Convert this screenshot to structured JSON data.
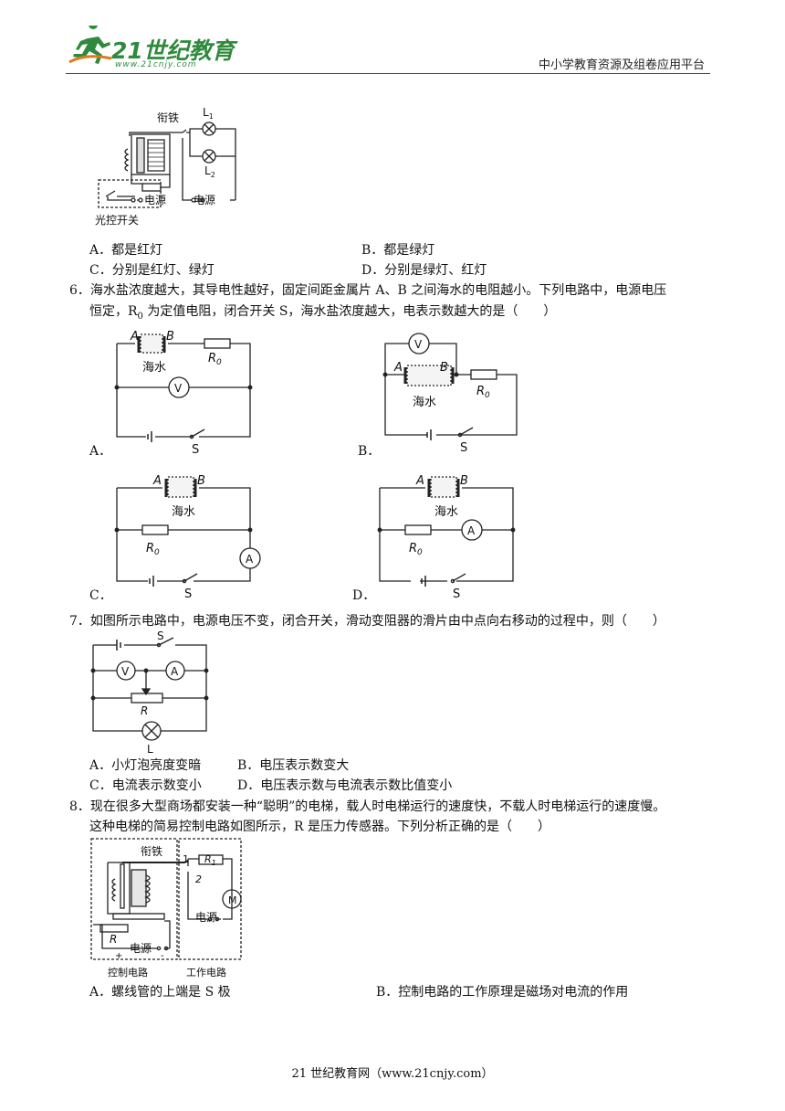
{
  "header": {
    "logo_main": "21世纪教育",
    "logo_sub": "www.21cnjy.com",
    "platform": "中小学教育资源及组卷应用平台"
  },
  "q5": {
    "fig_labels": {
      "armature": "衔铁",
      "l1": "L",
      "l1_sub": "1",
      "l2": "L",
      "l2_sub": "2",
      "power1": "电源",
      "power2": "电源",
      "switch": "光控开关"
    },
    "options": [
      {
        "letter": "A．",
        "text": "都是红灯"
      },
      {
        "letter": "B．",
        "text": "都是绿灯"
      },
      {
        "letter": "C．",
        "text": "分别是红灯、绿灯"
      },
      {
        "letter": "D．",
        "text": "分别是绿灯、红灯"
      }
    ]
  },
  "q6": {
    "number": "6．",
    "line1": "海水盐浓度越大，其导电性越好，固定间距金属片 A、B 之间海水的电阻越小。下列电路中，电源电压",
    "line2_pre": "恒定，R",
    "line2_sub": "0",
    "line2_post": " 为定值电阻，闭合开关 S，海水盐浓度越大，电表示数越大的是（　　）",
    "fig": {
      "a": "A",
      "b": "B",
      "water": "海水",
      "r0": "R",
      "r0_sub": "0",
      "v": "V",
      "amp": "A",
      "s": "S"
    },
    "options": [
      "A．",
      "B．",
      "C．",
      "D．"
    ]
  },
  "q7": {
    "number": "7．",
    "stem": "如图所示电路中，电源电压不变，闭合开关，滑动变阻器的滑片由中点向右移动的过程中，则（　　）",
    "fig": {
      "s": "S",
      "v": "V",
      "amp": "A",
      "r": "R",
      "l": "L"
    },
    "options": [
      {
        "letter": "A．",
        "text": "小灯泡亮度变暗"
      },
      {
        "letter": "B．",
        "text": "电压表示数变大"
      },
      {
        "letter": "C．",
        "text": "电流表示数变小"
      },
      {
        "letter": "D．",
        "text": "电压表示数与电流表示数比值变小"
      }
    ]
  },
  "q8": {
    "number": "8．",
    "line1": "现在很多大型商场都安装一种“聪明”的电梯，载人时电梯运行的速度快，不载人时电梯运行的速度慢。",
    "line2": "这种电梯的简易控制电路如图所示，R 是压力传感器。下列分析正确的是（　　）",
    "fig": {
      "armature": "衔铁",
      "n1": "1",
      "n2": "2",
      "r1": "R",
      "r1_sub": "1",
      "r": "R",
      "m": "M",
      "power_work": "电源",
      "power_ctrl": "电源",
      "plus": "+",
      "minus": "-",
      "ctrl": "控制电路",
      "work": "工作电路"
    },
    "options": [
      {
        "letter": "A．",
        "text": "螺线管的上端是 S 极"
      },
      {
        "letter": "B．",
        "text": "控制电路的工作原理是磁场对电流的作用"
      }
    ]
  },
  "footer": "21 世纪教育网（www.21cnjy.com）"
}
